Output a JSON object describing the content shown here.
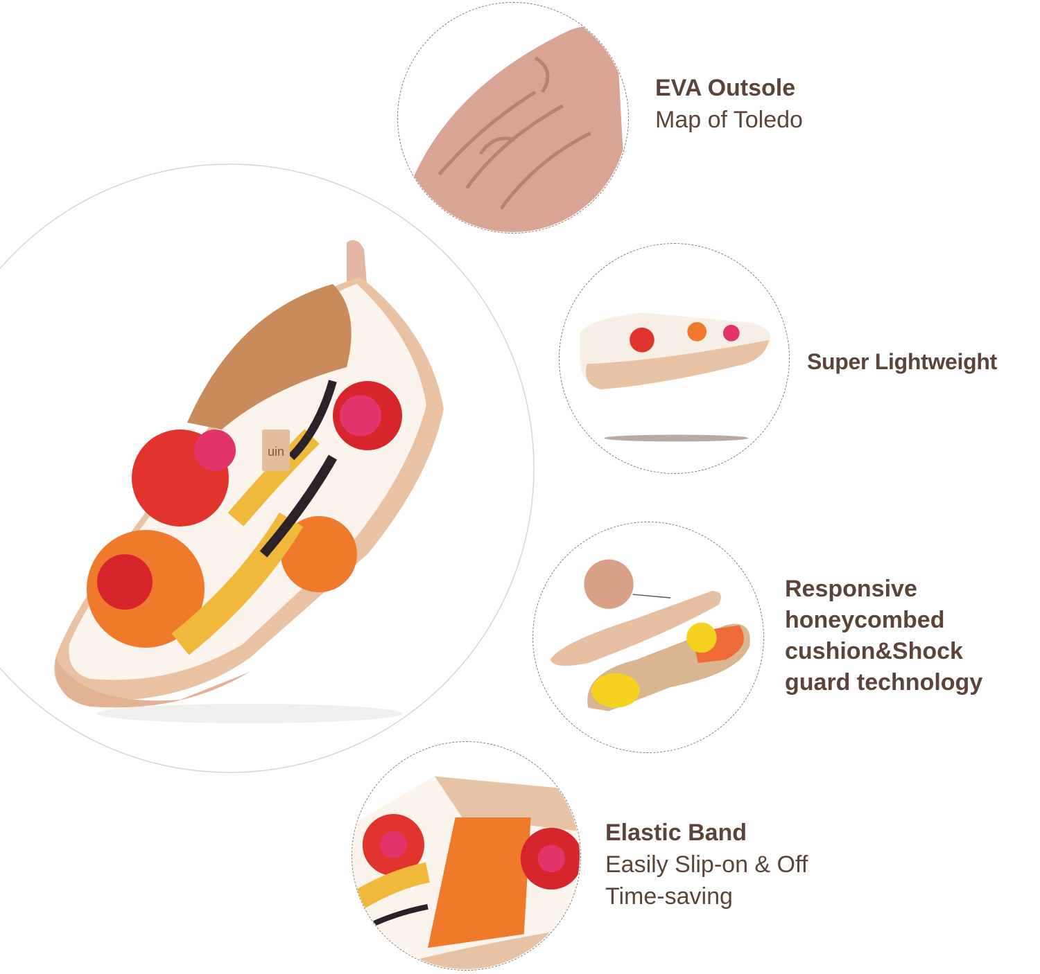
{
  "features": [
    {
      "title": "EVA Outsole",
      "lines": [
        "Map of Toledo"
      ]
    },
    {
      "title": "Super Lightweight",
      "lines": []
    },
    {
      "title_lines": [
        "Responsive",
        "honeycombed",
        "cushion&Shock",
        "guard technology"
      ]
    },
    {
      "title": "Elastic Band",
      "lines": [
        "Easily Slip-on & Off",
        "Time-saving"
      ]
    }
  ],
  "shoe": {
    "brand_tab": "uin"
  },
  "colors": {
    "text": "#5b4439",
    "sole": "#e8c2a4",
    "outsole": "#d9a494",
    "orange": "#f0762a",
    "red": "#d7262b",
    "yellow": "#f0b93c",
    "pink": "#e2336b"
  }
}
